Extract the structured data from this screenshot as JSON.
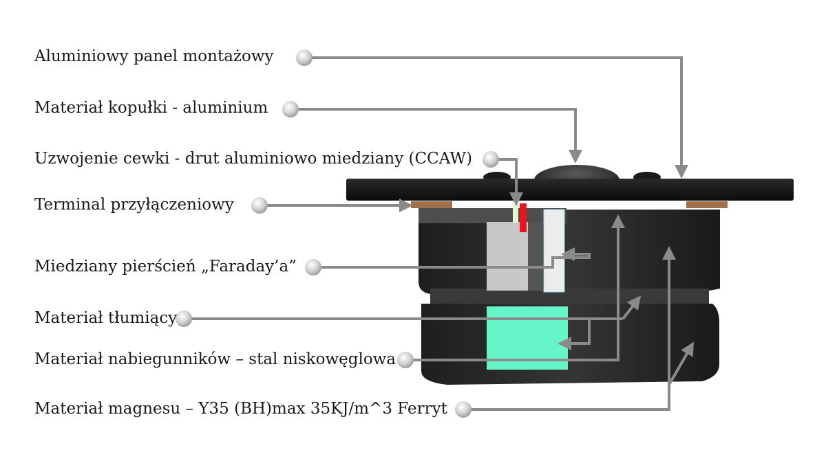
{
  "diagram": {
    "labels": {
      "mounting_panel": "Aluminiowy panel montażowy",
      "dome_material": "Materiał kopułki - aluminium",
      "voice_coil": "Uzwojenie cewki - drut aluminiowo miedziany (CCAW)",
      "terminal": "Terminal przyłączeniowy",
      "faraday_ring": "Miedziany pierścień „Faraday’a”",
      "damping_material": "Materiał tłumiący",
      "pole_piece_material": "Materiał nabiegunników  – stal niskowęglowa",
      "magnet_material": "Materiał magnesu – Y35 (BH)max 35KJ/m^3 Ferryt"
    },
    "colors": {
      "leader_line": "#8a8a8a",
      "panel": "#151515",
      "magnet_body": "#2b2b2b",
      "terminal": "#a0704a",
      "damping": "#66f5c8",
      "coil": "#e8141e",
      "pole_piece": "#c8c8c8"
    }
  }
}
